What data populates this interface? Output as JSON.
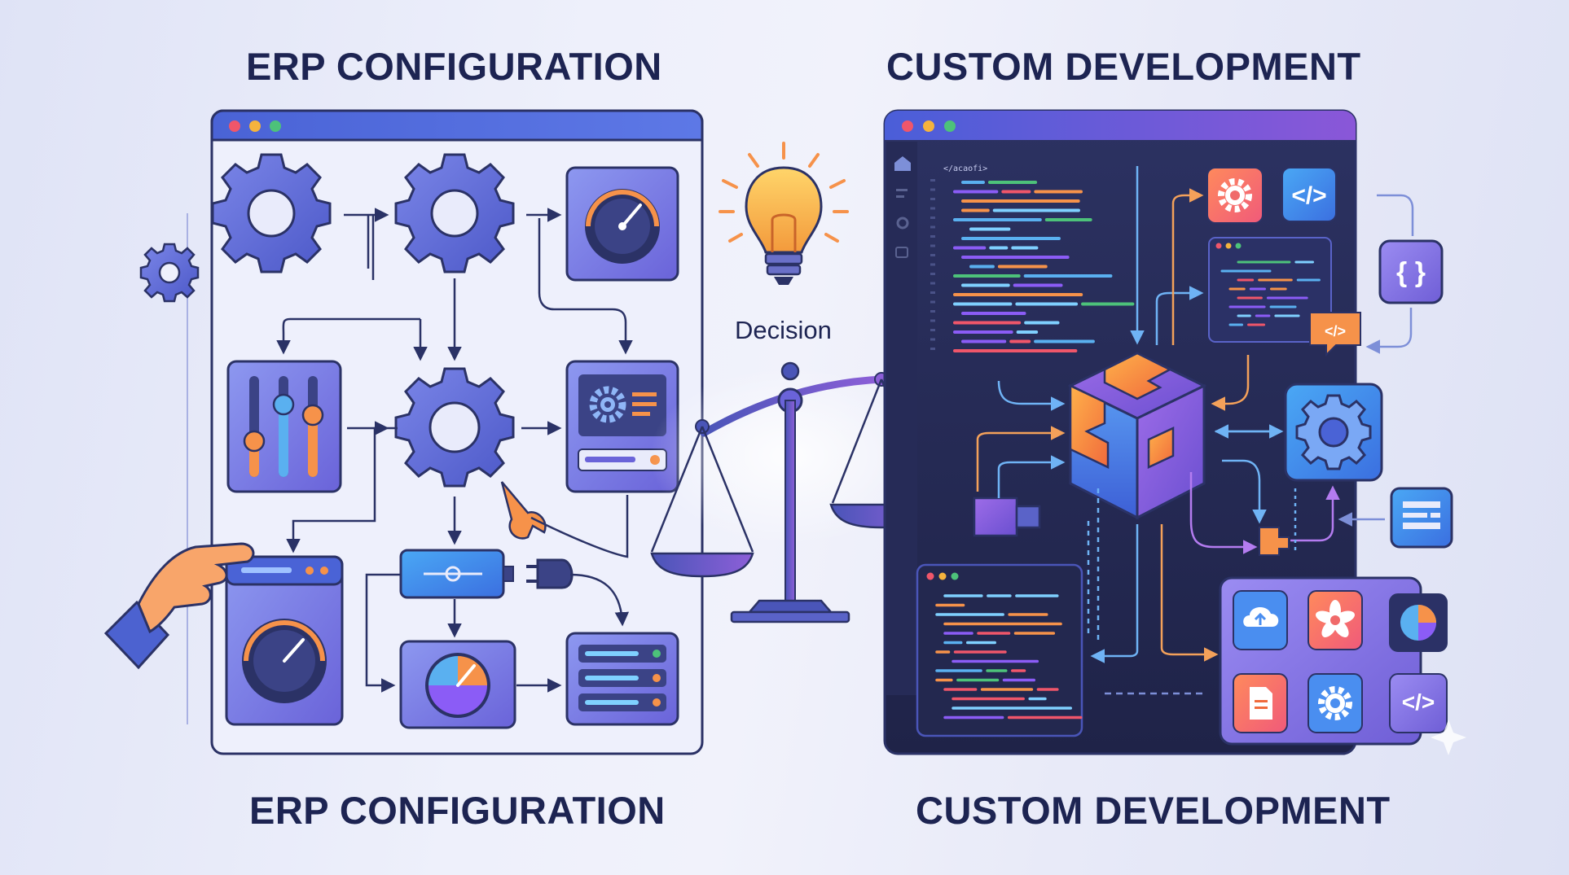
{
  "titles": {
    "left_top": "ERP CONFIGURATION",
    "right_top": "CUSTOM DEVELOPMENT",
    "left_bottom": "ERP CONFIGURATION",
    "right_bottom": "CUSTOM DEVELOPMENT"
  },
  "center": {
    "decision_label": "Decision",
    "icons": [
      "lightbulb-icon",
      "balance-scale-icon"
    ]
  },
  "code_window": {
    "first_line": "</acaofi>"
  },
  "badges": {
    "code_tag": "</>",
    "braces": "{ }"
  },
  "colors": {
    "navy": "#1d2452",
    "gear_blue": "#5a67d8",
    "purple": "#8b5cf6",
    "orange": "#f6924a",
    "dark_panel": "#252a55"
  }
}
